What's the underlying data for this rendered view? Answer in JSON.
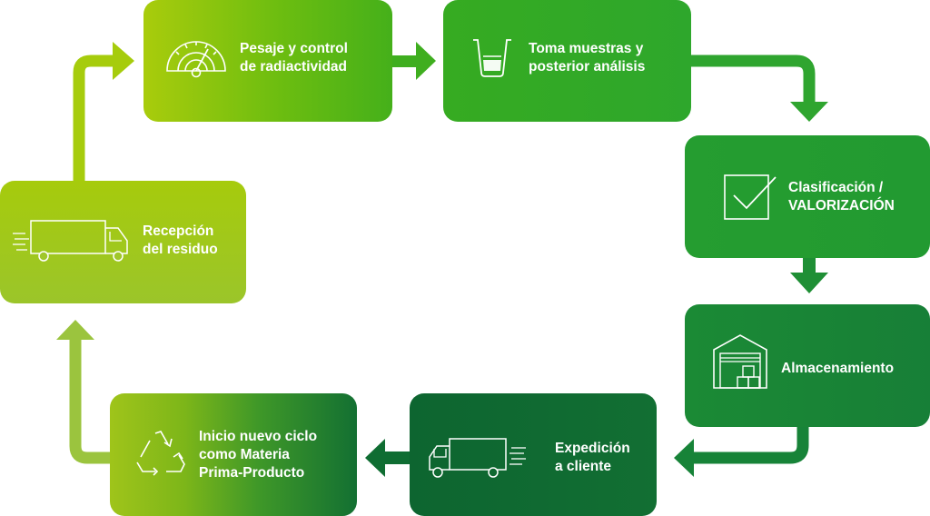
{
  "diagram": {
    "steps": [
      {
        "id": "weighing",
        "label": "Pesaje y control\nde radiactividad",
        "icon": "gauge-icon"
      },
      {
        "id": "sampling",
        "label": "Toma muestras y\nposterior análisis",
        "icon": "beaker-icon"
      },
      {
        "id": "classification",
        "label": "Clasificación /\nVALORIZACIÓN",
        "icon": "checkbox-icon"
      },
      {
        "id": "storage",
        "label": "Almacenamiento",
        "icon": "warehouse-icon"
      },
      {
        "id": "dispatch",
        "label": "Expedición\na cliente",
        "icon": "truck-icon"
      },
      {
        "id": "new-cycle",
        "label": "Inicio nuevo ciclo\ncomo Materia\nPrima-Producto",
        "icon": "recycle-icon"
      },
      {
        "id": "reception",
        "label": "Recepción\ndel residuo",
        "icon": "truck-icon"
      }
    ],
    "colors": {
      "light_green": "#a6ca0c",
      "mid_green": "#5cb51f",
      "green": "#28a52d",
      "dark_green": "#137a36",
      "deep_green": "#0e6930"
    }
  }
}
